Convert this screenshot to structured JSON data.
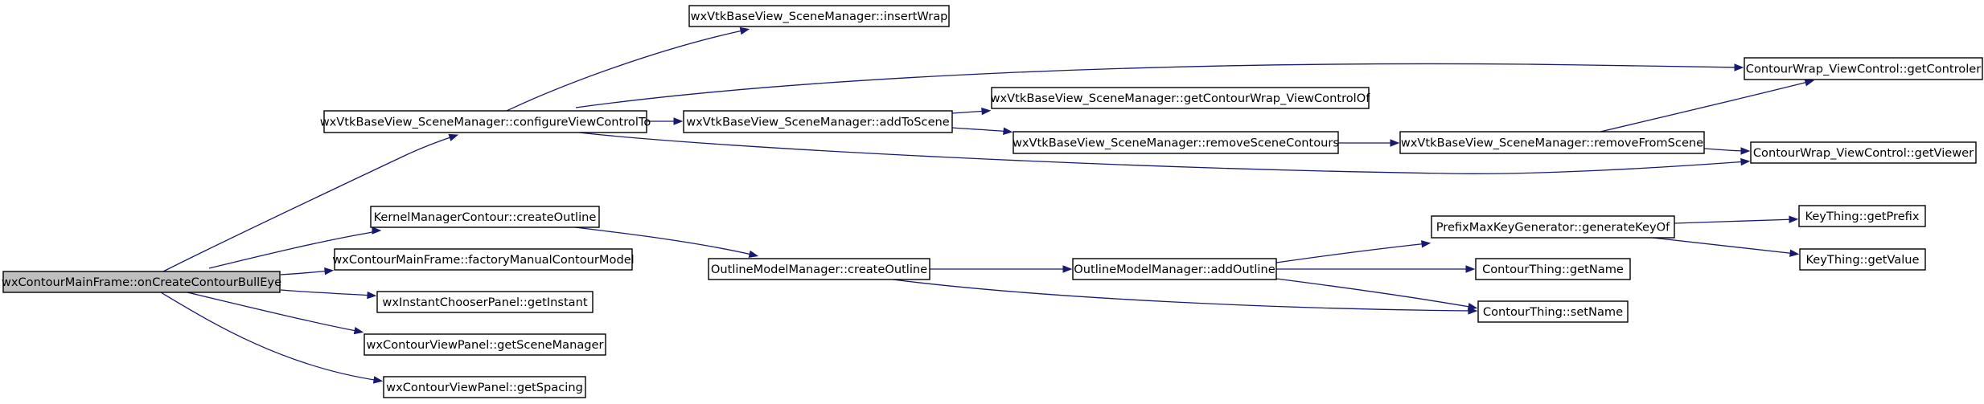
{
  "diagram": {
    "nodes": [
      {
        "id": "n0",
        "label": "wxContourMainFrame::onCreateContourBullEye",
        "root": true
      },
      {
        "id": "n1",
        "label": "wxVtkBaseView_SceneManager::configureViewControlTo"
      },
      {
        "id": "n2",
        "label": "KernelManagerContour::createOutline"
      },
      {
        "id": "n3",
        "label": "wxContourMainFrame::factoryManualContourModel"
      },
      {
        "id": "n4",
        "label": "wxInstantChooserPanel::getInstant"
      },
      {
        "id": "n5",
        "label": "wxContourViewPanel::getSceneManager"
      },
      {
        "id": "n6",
        "label": "wxContourViewPanel::getSpacing"
      },
      {
        "id": "n7",
        "label": "wxVtkBaseView_SceneManager::insertWrap"
      },
      {
        "id": "n8",
        "label": "wxVtkBaseView_SceneManager::addToScene"
      },
      {
        "id": "n9",
        "label": "wxVtkBaseView_SceneManager::getContourWrap_ViewControlOf"
      },
      {
        "id": "n10",
        "label": "wxVtkBaseView_SceneManager::removeSceneContours"
      },
      {
        "id": "n11",
        "label": "wxVtkBaseView_SceneManager::removeFromScene"
      },
      {
        "id": "n12",
        "label": "ContourWrap_ViewControl::getControler"
      },
      {
        "id": "n13",
        "label": "ContourWrap_ViewControl::getViewer"
      },
      {
        "id": "n14",
        "label": "OutlineModelManager::createOutline"
      },
      {
        "id": "n15",
        "label": "OutlineModelManager::addOutline"
      },
      {
        "id": "n16",
        "label": "PrefixMaxKeyGenerator::generateKeyOf"
      },
      {
        "id": "n17",
        "label": "ContourThing::getName"
      },
      {
        "id": "n18",
        "label": "ContourThing::setName"
      },
      {
        "id": "n19",
        "label": "KeyThing::getPrefix"
      },
      {
        "id": "n20",
        "label": "KeyThing::getValue"
      }
    ],
    "edges": [
      {
        "from": "n0",
        "to": "n1"
      },
      {
        "from": "n0",
        "to": "n2"
      },
      {
        "from": "n0",
        "to": "n3"
      },
      {
        "from": "n0",
        "to": "n4"
      },
      {
        "from": "n0",
        "to": "n5"
      },
      {
        "from": "n0",
        "to": "n6"
      },
      {
        "from": "n1",
        "to": "n7"
      },
      {
        "from": "n1",
        "to": "n12"
      },
      {
        "from": "n1",
        "to": "n8"
      },
      {
        "from": "n1",
        "to": "n13"
      },
      {
        "from": "n8",
        "to": "n9"
      },
      {
        "from": "n8",
        "to": "n10"
      },
      {
        "from": "n10",
        "to": "n11"
      },
      {
        "from": "n11",
        "to": "n12"
      },
      {
        "from": "n11",
        "to": "n13"
      },
      {
        "from": "n2",
        "to": "n14"
      },
      {
        "from": "n14",
        "to": "n15"
      },
      {
        "from": "n14",
        "to": "n18"
      },
      {
        "from": "n15",
        "to": "n16"
      },
      {
        "from": "n15",
        "to": "n17"
      },
      {
        "from": "n15",
        "to": "n18"
      },
      {
        "from": "n16",
        "to": "n19"
      },
      {
        "from": "n16",
        "to": "n20"
      }
    ],
    "colors": {
      "edge": "#191970",
      "node_border": "#000000",
      "root_fill": "#bfbfbf",
      "node_fill": "#ffffff"
    }
  }
}
